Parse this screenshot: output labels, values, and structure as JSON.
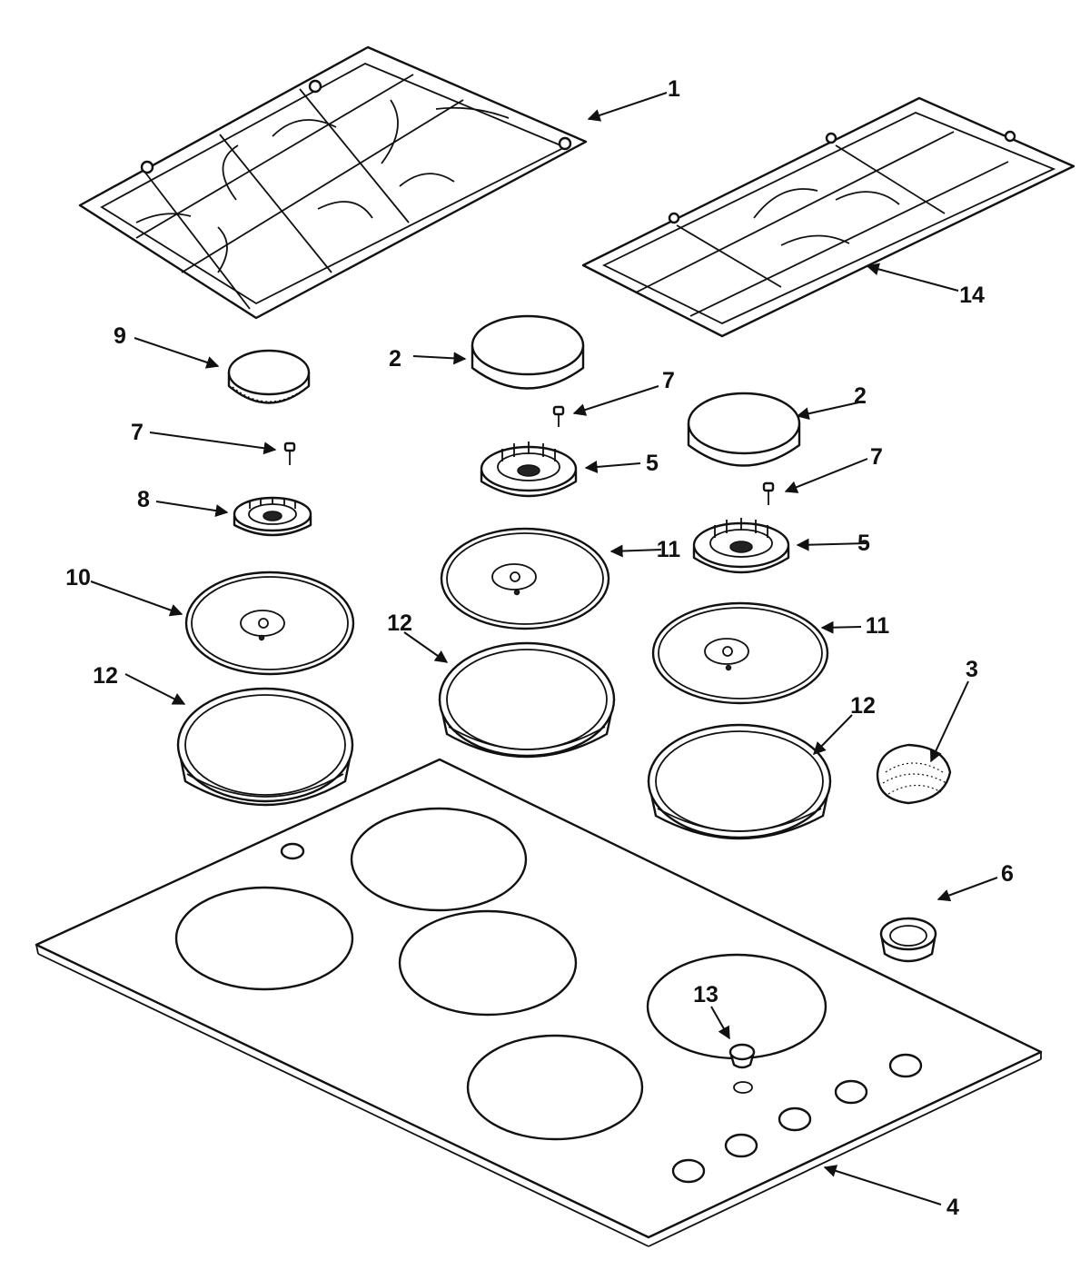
{
  "callouts": {
    "c1": "1",
    "c2a": "2",
    "c2b": "2",
    "c3": "3",
    "c4": "4",
    "c5a": "5",
    "c5b": "5",
    "c6": "6",
    "c7a": "7",
    "c7b": "7",
    "c7c": "7",
    "c8": "8",
    "c9": "9",
    "c10": "10",
    "c11a": "11",
    "c11b": "11",
    "c12a": "12",
    "c12b": "12",
    "c12c": "12",
    "c13": "13",
    "c14": "14"
  }
}
